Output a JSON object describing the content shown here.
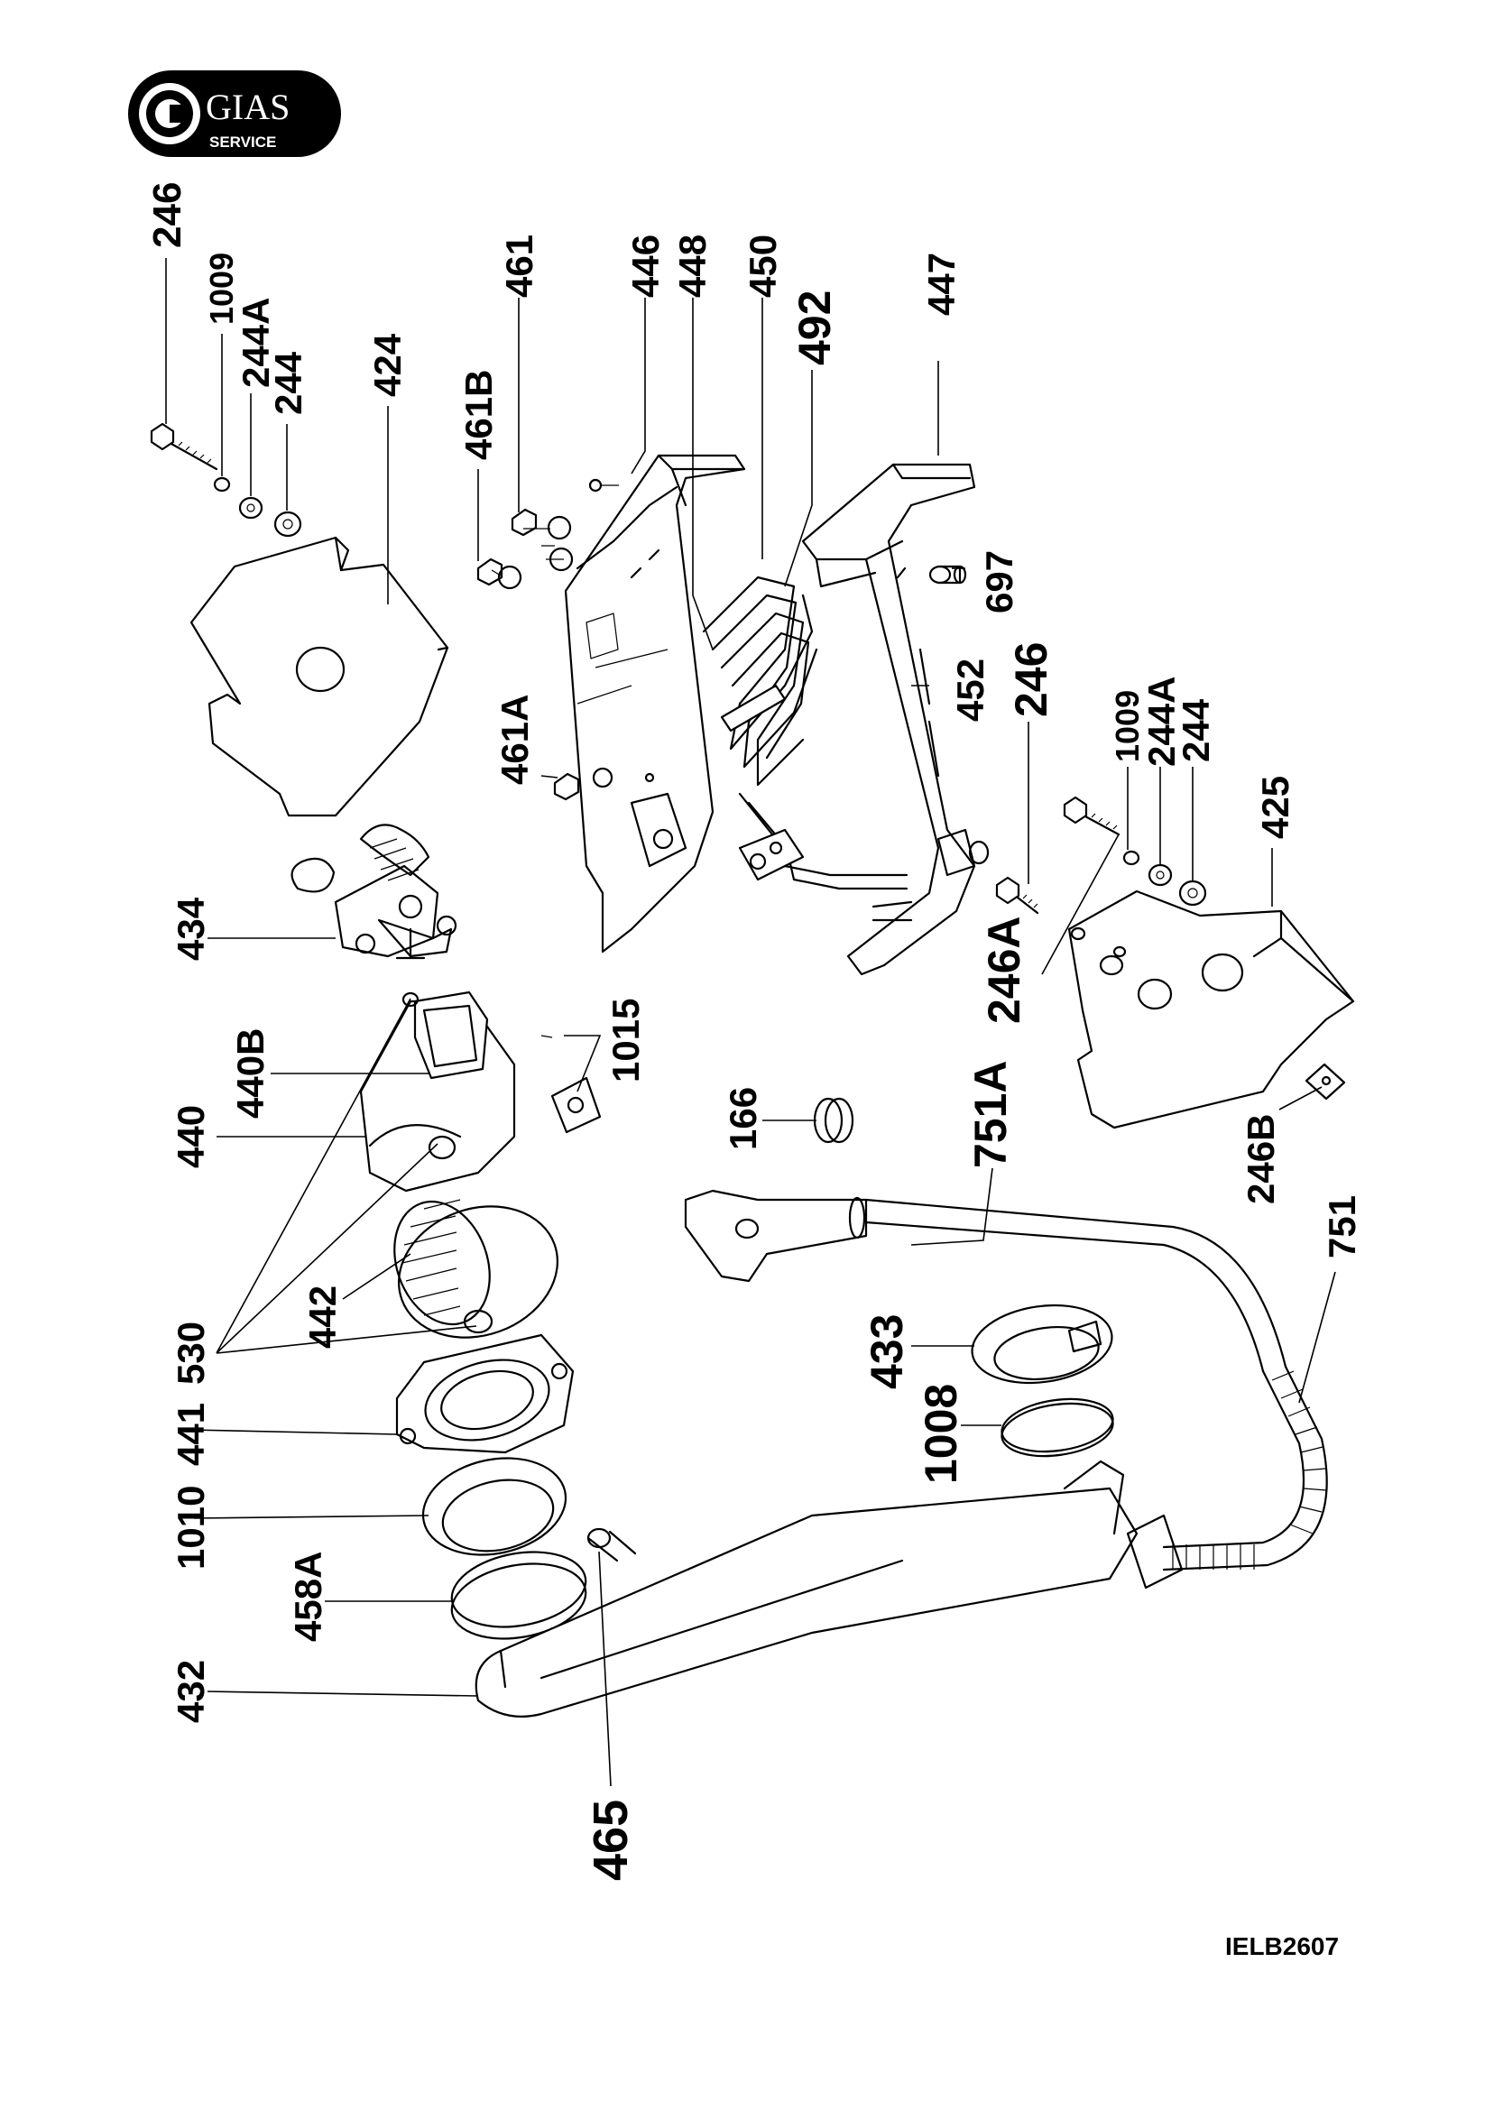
{
  "logo": {
    "brand": "GIAS",
    "sub": "SERVICE"
  },
  "drawing_ref": "IELB2607",
  "labels": {
    "l246_top": "246",
    "l1009_top": "1009",
    "l244A_top": "244A",
    "l244_top": "244",
    "l424": "424",
    "l461B": "461B",
    "l461": "461",
    "l446": "446",
    "l448": "448",
    "l450": "450",
    "l492": "492",
    "l447": "447",
    "l697": "697",
    "l452": "452",
    "l246_mid": "246",
    "l1009_mid": "1009",
    "l244A_mid": "244A",
    "l244_mid": "244",
    "l425": "425",
    "l246A": "246A",
    "l461A": "461A",
    "l434": "434",
    "l440B": "440B",
    "l440": "440",
    "l1015": "1015",
    "l166": "166",
    "l751A": "751A",
    "l246B": "246B",
    "l751": "751",
    "l442": "442",
    "l530": "530",
    "l441": "441",
    "l1010": "1010",
    "l458A": "458A",
    "l433": "433",
    "l1008": "1008",
    "l432": "432",
    "l465": "465"
  }
}
